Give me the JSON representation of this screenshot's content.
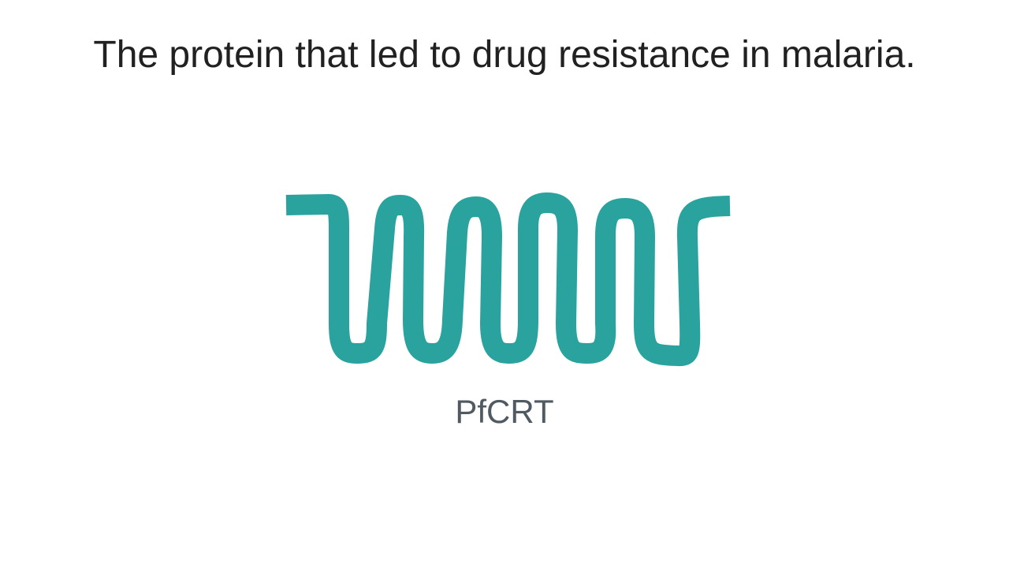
{
  "slide": {
    "title": "The protein that led to drug resistance in malaria.",
    "caption": "PfCRT"
  },
  "diagram": {
    "shape": "transmembrane-protein-ribbon",
    "color": "#2aa39e"
  }
}
